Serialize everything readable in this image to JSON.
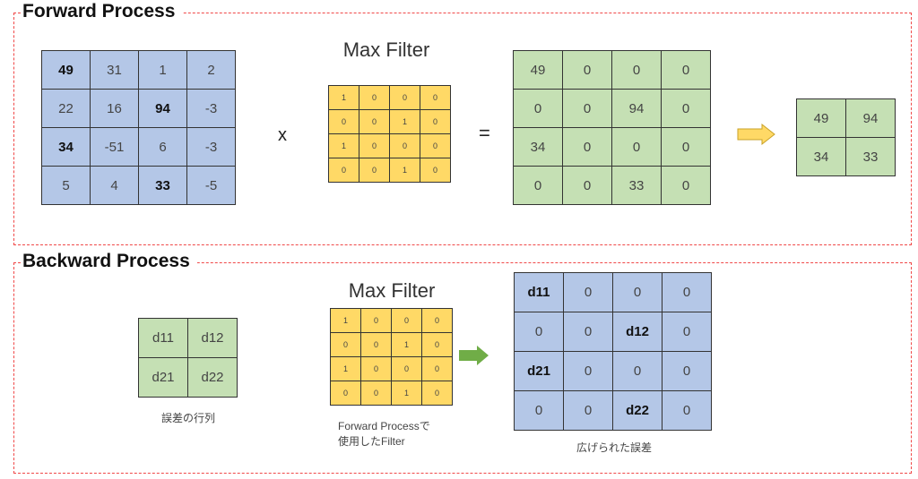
{
  "forward": {
    "title": "Forward Process",
    "input": [
      [
        "49",
        "31",
        "1",
        "2"
      ],
      [
        "22",
        "16",
        "94",
        "-3"
      ],
      [
        "34",
        "-51",
        "6",
        "-3"
      ],
      [
        "5",
        "4",
        "33",
        "-5"
      ]
    ],
    "input_bold": [
      [
        0,
        0
      ],
      [
        1,
        2
      ],
      [
        2,
        0
      ],
      [
        3,
        2
      ]
    ],
    "times": "x",
    "filter_label": "Max Filter",
    "filter": [
      [
        "1",
        "0",
        "0",
        "0"
      ],
      [
        "0",
        "0",
        "1",
        "0"
      ],
      [
        "1",
        "0",
        "0",
        "0"
      ],
      [
        "0",
        "0",
        "1",
        "0"
      ]
    ],
    "equals": "=",
    "result": [
      [
        "49",
        "0",
        "0",
        "0"
      ],
      [
        "0",
        "0",
        "94",
        "0"
      ],
      [
        "34",
        "0",
        "0",
        "0"
      ],
      [
        "0",
        "0",
        "33",
        "0"
      ]
    ],
    "pooled": [
      [
        "49",
        "94"
      ],
      [
        "34",
        "33"
      ]
    ],
    "arrow_color": "#ffd966"
  },
  "backward": {
    "title": "Backward Process",
    "errors": [
      [
        "d11",
        "d12"
      ],
      [
        "d21",
        "d22"
      ]
    ],
    "errors_label": "誤差の行列",
    "filter_label": "Max Filter",
    "filter": [
      [
        "1",
        "0",
        "0",
        "0"
      ],
      [
        "0",
        "0",
        "1",
        "0"
      ],
      [
        "1",
        "0",
        "0",
        "0"
      ],
      [
        "0",
        "0",
        "1",
        "0"
      ]
    ],
    "filter_caption_1": "Forward Processで",
    "filter_caption_2": "使用したFilter",
    "expanded": [
      [
        "d11",
        "0",
        "0",
        "0"
      ],
      [
        "0",
        "0",
        "d12",
        "0"
      ],
      [
        "d21",
        "0",
        "0",
        "0"
      ],
      [
        "0",
        "0",
        "d22",
        "0"
      ]
    ],
    "expanded_label": "広げられた誤差",
    "arrow_color": "#70ad47"
  }
}
